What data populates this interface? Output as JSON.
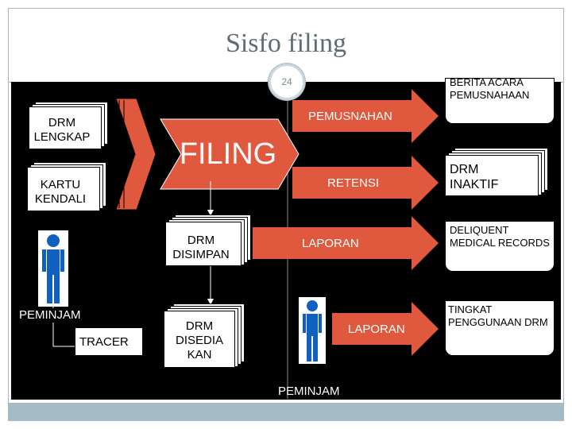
{
  "slide": {
    "title": "Sisfo filing",
    "page_number": "24"
  },
  "diagram": {
    "drm_lengkap": "DRM LENGKAP",
    "kartu_kendali": "KARTU KENDALI",
    "filing": "FILING",
    "pemusnahan": "PEMUSNAHAN",
    "retensi": "RETENSI",
    "berita_acara": "BERITA ACARA PEMUSNAHAAN",
    "drm_inaktif": "DRM INAKTIF",
    "drm_disimpan": "DRM DISIMPAN",
    "laporan_1": "LAPORAN",
    "deliquent": "DELIQUENT MEDICAL RECORDS",
    "peminjam_left": "PEMINJAM",
    "tracer": "TRACER",
    "drm_disediakan": "DRM DISEDIA KAN",
    "laporan_2": "LAPORAN",
    "tingkat": "TINGKAT PENGGUNAAN DRM",
    "peminjam_bottom": "PEMINJAM"
  },
  "colors": {
    "arrow_fill": "#e0583d",
    "stage": "#000000",
    "frame_line": "#a6b8c2",
    "footer": "#a6bcc5",
    "person_icon": "#1060c0",
    "title": "#5e6c74"
  }
}
